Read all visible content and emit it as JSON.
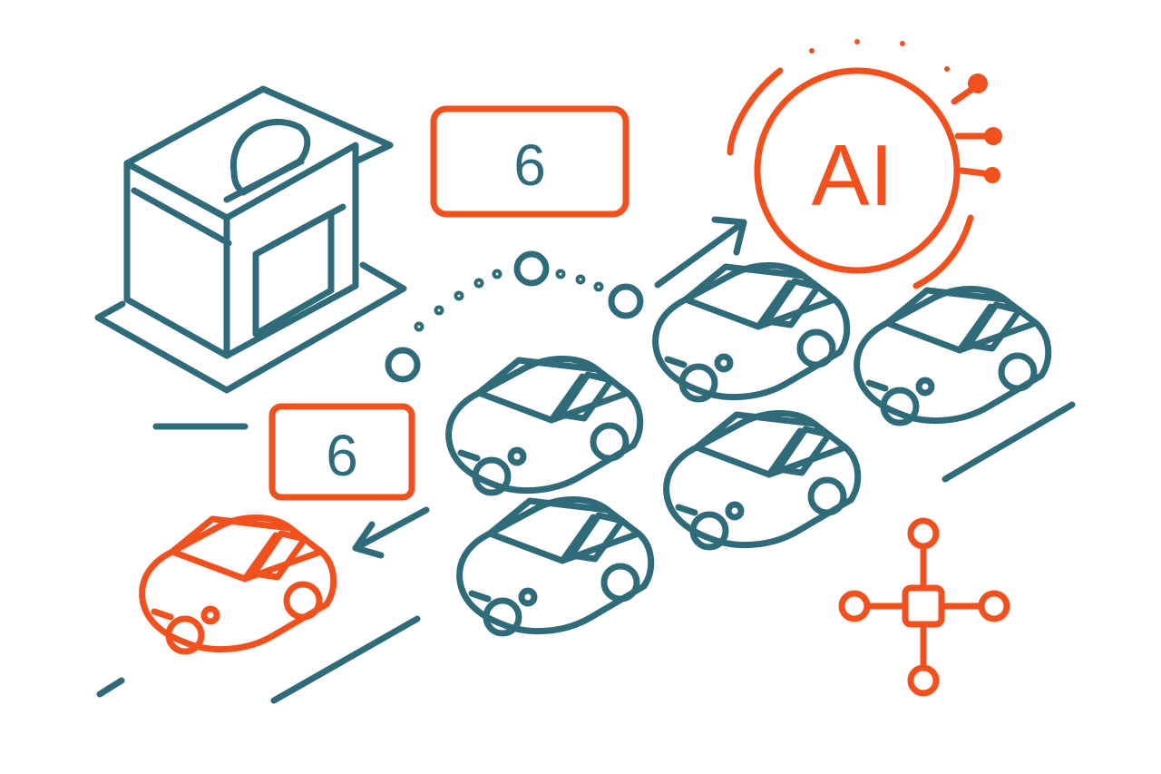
{
  "illustration": {
    "queue_number_top": "6",
    "queue_number_bottom": "6",
    "ai_label": "AI"
  },
  "colors": {
    "line": "#2f6b78",
    "accent": "#f2501c",
    "background": "#ffffff"
  },
  "icons": [
    "drive-thru-building-icon",
    "car-icon",
    "ai-badge-icon",
    "network-hub-icon",
    "arrow-icon"
  ]
}
